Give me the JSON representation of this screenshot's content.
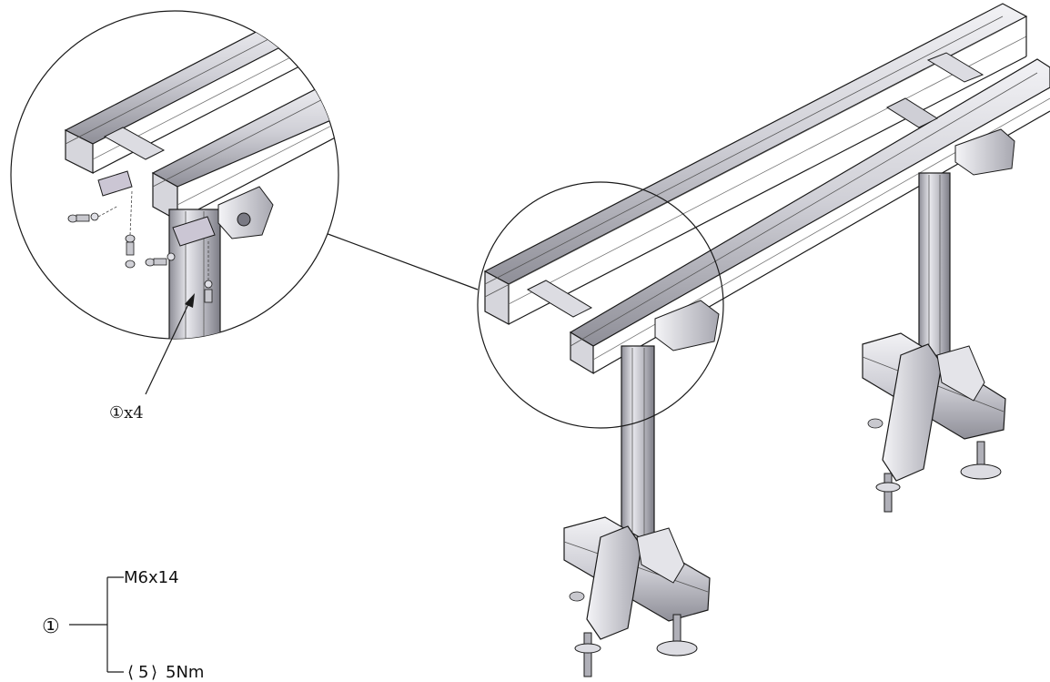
{
  "callout": {
    "part_id": "①",
    "quantity_label": "①x4"
  },
  "legend": {
    "part_id": "①",
    "bolt_spec": "M6x14",
    "tool_size": "5",
    "torque": "5Nm"
  },
  "colors": {
    "line": "#1a1a1a",
    "metal_light": "#e6e6ea",
    "metal_mid": "#c8c8ce",
    "metal_dark": "#9a9aa2",
    "metal_shadow": "#6e6e76"
  }
}
